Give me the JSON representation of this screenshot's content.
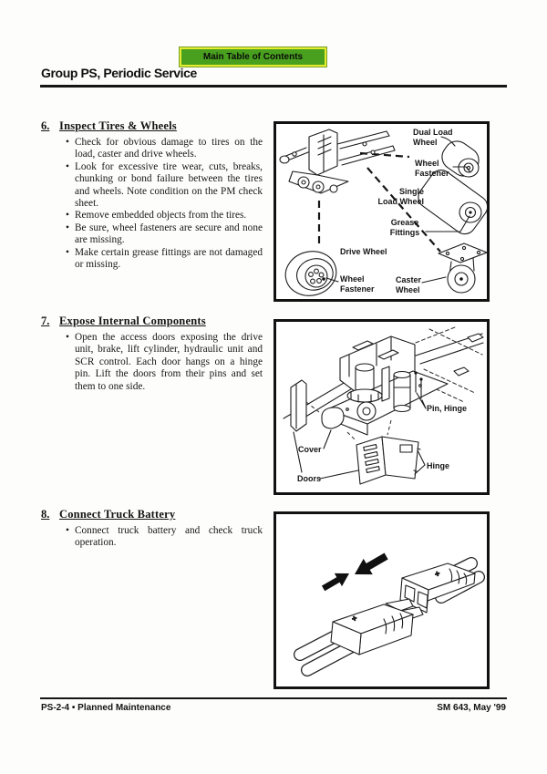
{
  "page": {
    "toc_button": "Main Table of Contents",
    "group_title": "Group PS, Periodic Service",
    "footer_left": "PS-2-4  •  Planned Maintenance",
    "footer_right": "SM 643, May '99"
  },
  "sections": [
    {
      "number": "6.",
      "title": "Inspect Tires & Wheels",
      "bullets": [
        "Check for obvious damage to tires on the load, caster and drive wheels.",
        "Look for excessive tire wear, cuts, breaks, chunking or bond failure between the tires and wheels. Note condition on the PM check sheet.",
        "Remove embedded objects from the tires.",
        "Be sure, wheel fasteners are secure and none are missing.",
        "Make certain grease fittings are not damaged or missing."
      ]
    },
    {
      "number": "7.",
      "title": "Expose Internal Components",
      "bullets": [
        "Open the access doors exposing the drive unit, brake, lift cylinder, hydraulic unit and SCR control. Each door hangs on a hinge pin. Lift the doors from their pins and set them to one side."
      ]
    },
    {
      "number": "8.",
      "title": "Connect Truck Battery",
      "bullets": [
        "Connect truck battery and check truck operation."
      ]
    }
  ],
  "figures": [
    {
      "labels": {
        "dual": "Dual Load\nWheel",
        "fast_top": "Wheel\nFastener",
        "single": "Single\nLoad Wheel",
        "grease": "Grease\nFittings",
        "drive": "Drive Wheel",
        "fast_bottom": "Wheel\nFastener",
        "caster": "Caster\nWheel"
      }
    },
    {
      "labels": {
        "pin_hinge": "Pin, Hinge",
        "cover": "Cover",
        "doors": "Doors",
        "hinge": "Hinge"
      }
    },
    {
      "plus": "+"
    }
  ]
}
